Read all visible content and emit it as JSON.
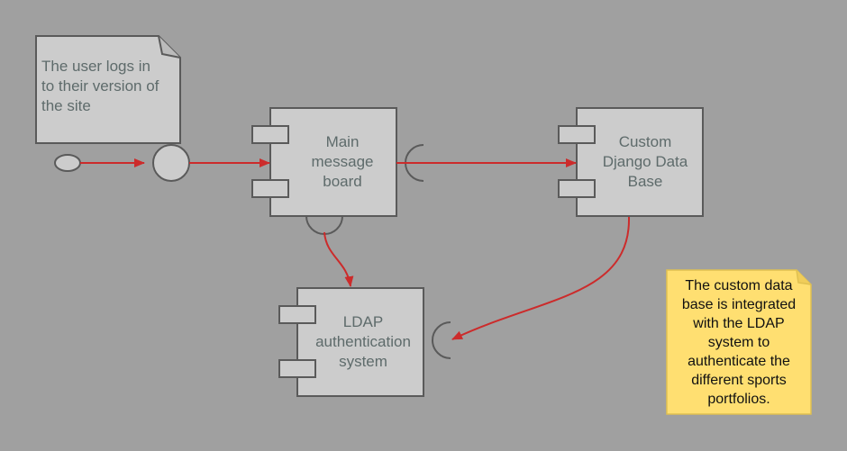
{
  "colors": {
    "background": "#a0a0a0",
    "shape_fill": "#cccccc",
    "shape_stroke": "#5a5a5a",
    "text": "#5e6b6b",
    "connector": "#cc2b2b",
    "sticky_fill": "#ffdf71",
    "sticky_stroke": "#e0c050"
  },
  "note": {
    "text": "The user logs in\nto their version of\nthe site"
  },
  "components": {
    "main": {
      "label": "Main\nmessage\nboard"
    },
    "django": {
      "label": "Custom\nDjango Data\nBase"
    },
    "ldap": {
      "label": "LDAP\nauthentication\nsystem"
    }
  },
  "sticky_note": {
    "text": "The custom data\nbase is integrated\nwith the LDAP\nsystem to\nauthenticate the\ndifferent sports\nportfolios."
  }
}
